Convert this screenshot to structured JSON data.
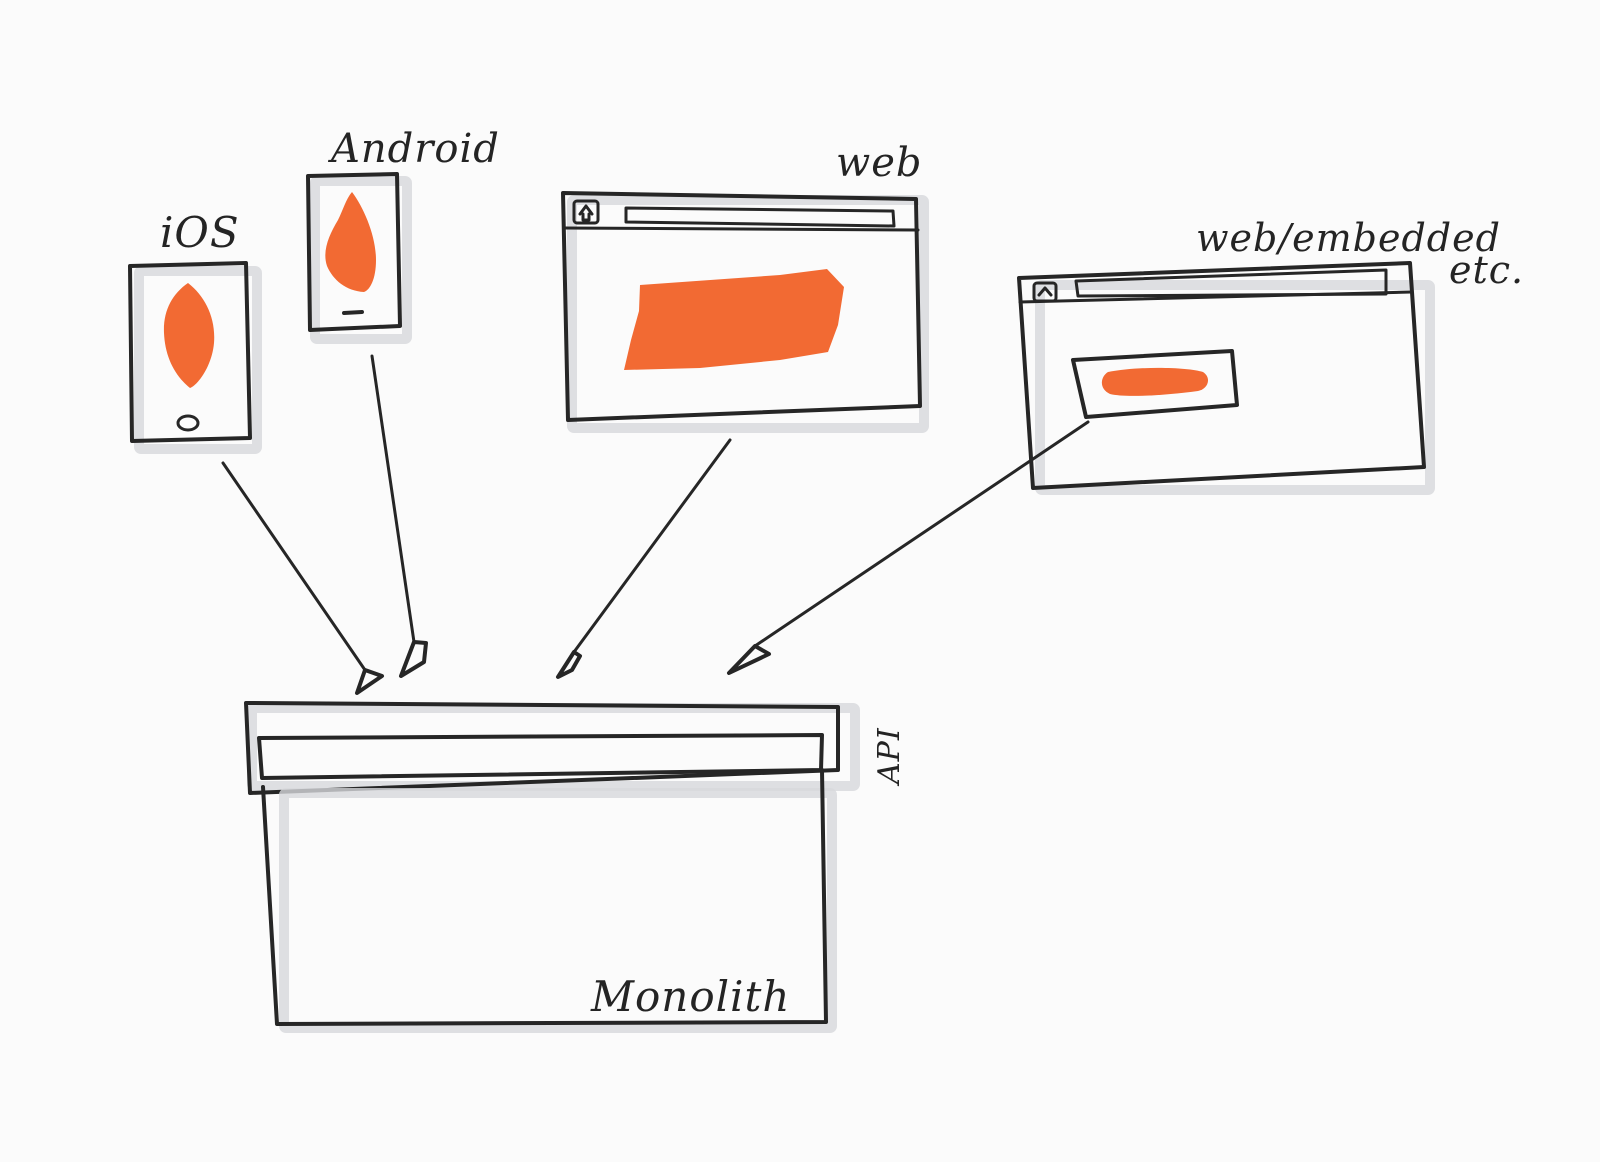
{
  "colors": {
    "ink": "#262626",
    "accent": "#f26a33",
    "paper": "#fbfbfb"
  },
  "clients": [
    {
      "key": "ios",
      "label": "iOS"
    },
    {
      "key": "android",
      "label": "Android"
    },
    {
      "key": "web",
      "label": "web"
    },
    {
      "key": "embedded",
      "label": "web/embedded",
      "label2": "etc."
    }
  ],
  "api": {
    "label": "API"
  },
  "monolith": {
    "label": "Monolith"
  }
}
